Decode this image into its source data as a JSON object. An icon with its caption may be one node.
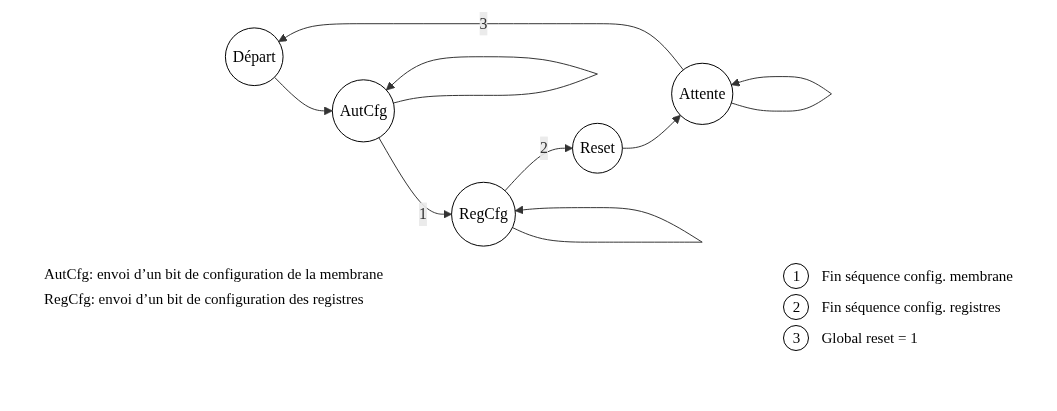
{
  "diagram": {
    "nodes": [
      {
        "text": [
          "Départ"
        ]
      },
      {
        "text": [
          "AutCfg"
        ]
      },
      {
        "text": [
          "RegCfg"
        ]
      },
      {
        "text": [
          "Reset"
        ]
      },
      {
        "text": [
          "Attente"
        ]
      },
      {
        "text": [
          "1"
        ],
        "beside": [
          "Fin séquence config. membrane"
        ]
      },
      {
        "text": [
          "2"
        ],
        "beside": [
          "Fin séquence config. registres"
        ]
      },
      {
        "text": [
          "3"
        ],
        "beside": [
          "Global reset = 1"
        ]
      }
    ],
    "edges": [
      {
        "from": 0,
        "to": 1,
        "arrow": "to"
      },
      {
        "from": 1,
        "to": 1,
        "arrow": "to"
      },
      {
        "from": 1,
        "to": 2,
        "label": "1",
        "arrow": "to"
      },
      {
        "from": 2,
        "to": 2,
        "arrow": "to"
      },
      {
        "from": 2,
        "to": 3,
        "label": "2",
        "arrow": "to"
      },
      {
        "from": 3,
        "to": 4,
        "arrow": "to"
      },
      {
        "from": 4,
        "to": 4,
        "arrow": "to"
      },
      {
        "from": 4,
        "to": 0,
        "label": "3",
        "arrow": "to"
      }
    ],
    "labels": [
      "AutCfg: envoi d’un bit de configuration de la membrane",
      "RegCfg: envoi d’un bit de configuration des registres"
    ]
  }
}
